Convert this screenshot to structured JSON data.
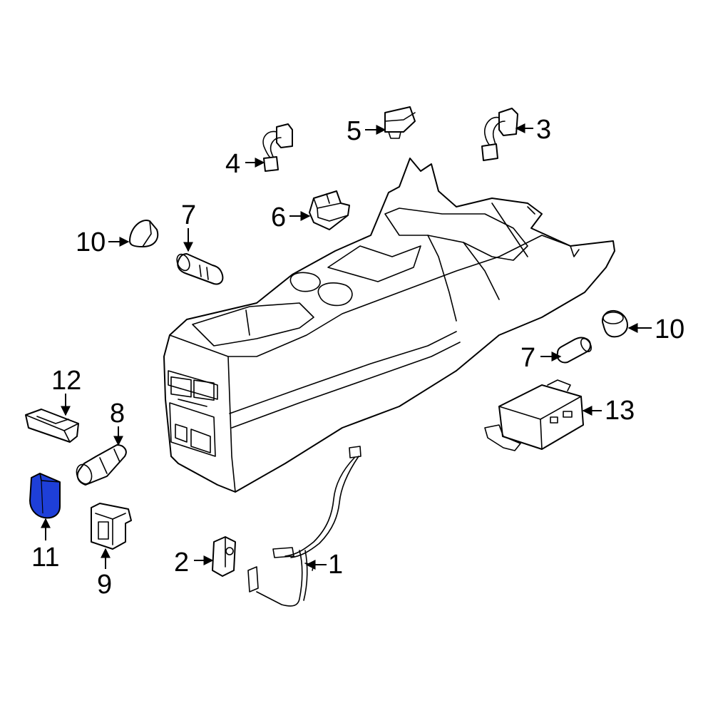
{
  "callouts": {
    "c1": "1",
    "c2": "2",
    "c3": "3",
    "c4": "4",
    "c5": "5",
    "c6": "6",
    "c7a": "7",
    "c7b": "7",
    "c8": "8",
    "c9": "9",
    "c10a": "10",
    "c10b": "10",
    "c11": "11",
    "c12": "12",
    "c13": "13"
  },
  "colors": {
    "highlight": "#1e3fd8",
    "line": "#000000",
    "background": "#ffffff"
  },
  "highlighted_part": "11"
}
